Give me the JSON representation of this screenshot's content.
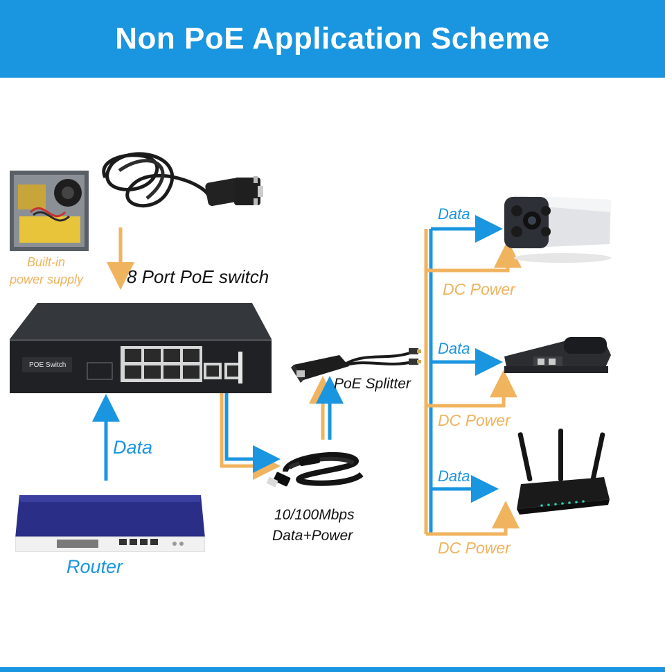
{
  "header": {
    "title": "Non PoE Application Scheme"
  },
  "colors": {
    "banner": "#1a95e0",
    "data_line": "#1a95e0",
    "power_line": "#f0b35e",
    "device_dark": "#1f2124"
  },
  "labels": {
    "builtin_line1": "Built-in",
    "builtin_line2": "power supply",
    "switch_title": "8 Port PoE switch",
    "switch_panel_text": "POE Switch",
    "data_router": "Data",
    "router": "Router",
    "cable_line1": "10/100Mbps",
    "cable_line2": "Data+Power",
    "splitter": "PoE Splitter",
    "data_camera": "Data",
    "power_camera": "DC Power",
    "data_phone": "Data",
    "power_phone": "DC Power",
    "data_wifi": "Data",
    "power_wifi": "DC Power"
  },
  "icons": [
    "power-supply-board-icon",
    "power-cord-icon",
    "poe-switch-icon",
    "router-icon",
    "ethernet-cable-icon",
    "poe-splitter-icon",
    "ip-camera-icon",
    "ip-phone-icon",
    "wifi-router-icon"
  ]
}
